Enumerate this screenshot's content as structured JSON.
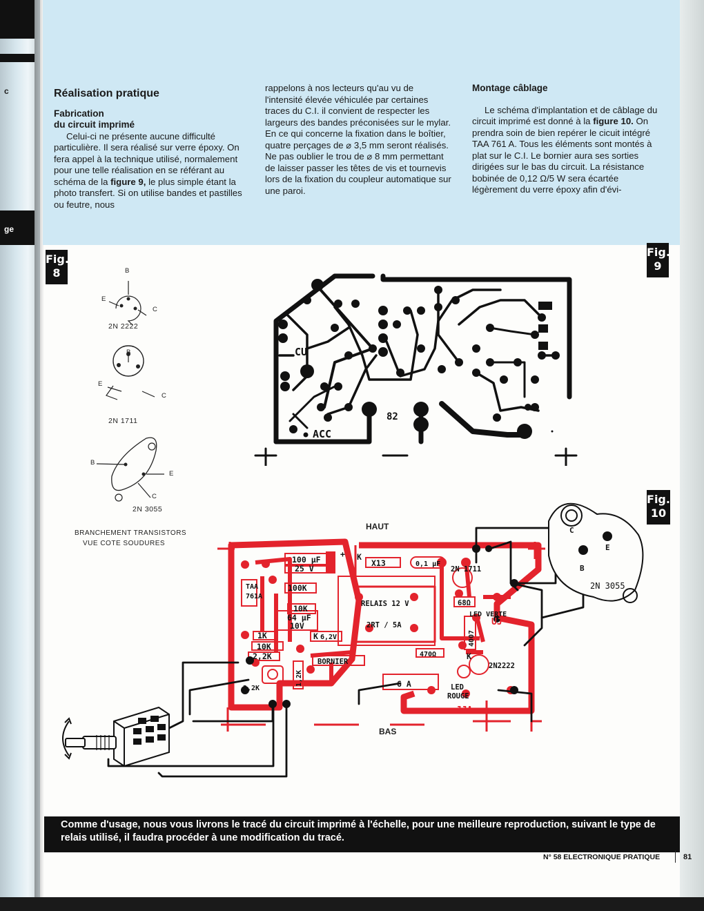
{
  "article": {
    "col1": {
      "heading": "Réalisation pratique",
      "subheading_line1": "Fabrication",
      "subheading_line2": "du circuit imprimé",
      "para_before_bold": "Celui-ci ne présente aucune difficulté particulière. Il sera réalisé sur verre époxy. On fera appel à la technique utilisé, normalement pour une telle réalisation en se référant au schéma de la ",
      "bold_ref": "figure 9,",
      "para_after_bold": " le plus simple étant la photo transfert. Si on utilise bandes et pastilles ou feutre, nous"
    },
    "col2": {
      "paragraph": "rappelons à nos lecteurs qu'au vu de l'intensité élevée véhiculée par certaines traces du C.I. il convient de respecter les largeurs des bandes préconisées sur le mylar. En ce qui concerne la fixation dans le boîtier, quatre perçages de ⌀ 3,5 mm seront réalisés. Ne pas oublier le trou de ⌀ 8 mm permettant de laisser passer les têtes de vis et tournevis lors de la fixation du coupleur automatique sur une paroi."
    },
    "col3": {
      "heading": "Montage câblage",
      "para_before_bold": "Le schéma d'implantation et de câblage du circuit imprimé est donné à la ",
      "bold_ref": "figure 10.",
      "para_after_bold": " On prendra soin de bien repérer le cicuit intégré TAA 761 A. Tous les éléments sont montés à plat sur le C.I. Le bornier aura ses sorties dirigées sur le bas du circuit. La résistance bobinée de 0,12 Ω/5 W sera écartée légèrement du verre époxy afin d'évi-"
    }
  },
  "fig8": {
    "badge_word": "Fig.",
    "badge_number": "8",
    "transistors": [
      {
        "name": "2N 2222",
        "pins": [
          "B",
          "E",
          "C"
        ]
      },
      {
        "name": "2N 1711",
        "pins": [
          "B",
          "E",
          "C"
        ]
      },
      {
        "name": "2N 3055",
        "pins": [
          "B",
          "E",
          "C"
        ]
      }
    ],
    "caption_line1": "BRANCHEMENT   TRANSISTORS",
    "caption_line2": "VUE   COTE   SOUDURES"
  },
  "fig9": {
    "badge_word": "Fig.",
    "badge_number": "9",
    "labels": {
      "cu": "CU",
      "acc": "ACC",
      "n82": "82"
    }
  },
  "fig10": {
    "badge_word": "Fig.",
    "badge_number": "10",
    "top_label": "HAUT",
    "bottom_label": "BAS",
    "components": {
      "cap_100uf": "100 µF",
      "cap_25v": "25 V",
      "plus": "+",
      "k1": "K",
      "x13": "X13",
      "cap_01uf": "0,1 µF",
      "t_2n1711": "2N 1711",
      "taa": "TAA",
      "taa_code": "761A",
      "r100k": "100K",
      "relais": "RELAIS 12 V",
      "relais2": "2RT / 5A",
      "r10k_a": "10K",
      "r68": "68Ω",
      "led_verte": "LED VERTE",
      "cap_64uf": "64 µF",
      "cap_10v": "10V",
      "r1k": "1K",
      "k2": "K",
      "z62v": "6,2V",
      "r10k_b": "10K",
      "d4007": "4007",
      "r22k_a": "2,2K",
      "bornier": "BORNIER",
      "r470": "470Ω",
      "k3": "K",
      "t_2n2222": "2N2222",
      "r22k_b": "2,2K",
      "r12k": "1,2K",
      "fuse": "6 A",
      "led_rouge1": "LED",
      "led_rouge2": "ROUGE",
      "uj": "UJ",
      "jja": "JJA",
      "t_2n3055": "2N 3055",
      "pin_c": "C",
      "pin_e": "E",
      "pin_b": "B"
    }
  },
  "caption": "Comme d'usage, nous vous livrons le tracé du circuit imprimé à l'échelle, pour une meilleure reproduction, suivant le type de relais utilisé, il faudra procéder à une modification du tracé.",
  "footer": {
    "magazine": "N° 58 ELECTRONIQUE PRATIQUE",
    "page_number": "81"
  },
  "prev_page": {
    "frag1": "c",
    "frag2": "ge"
  },
  "colors": {
    "article_bg": "#cfe8f4",
    "silkscreen_red": "#e3232c",
    "copper_black": "#111111"
  }
}
